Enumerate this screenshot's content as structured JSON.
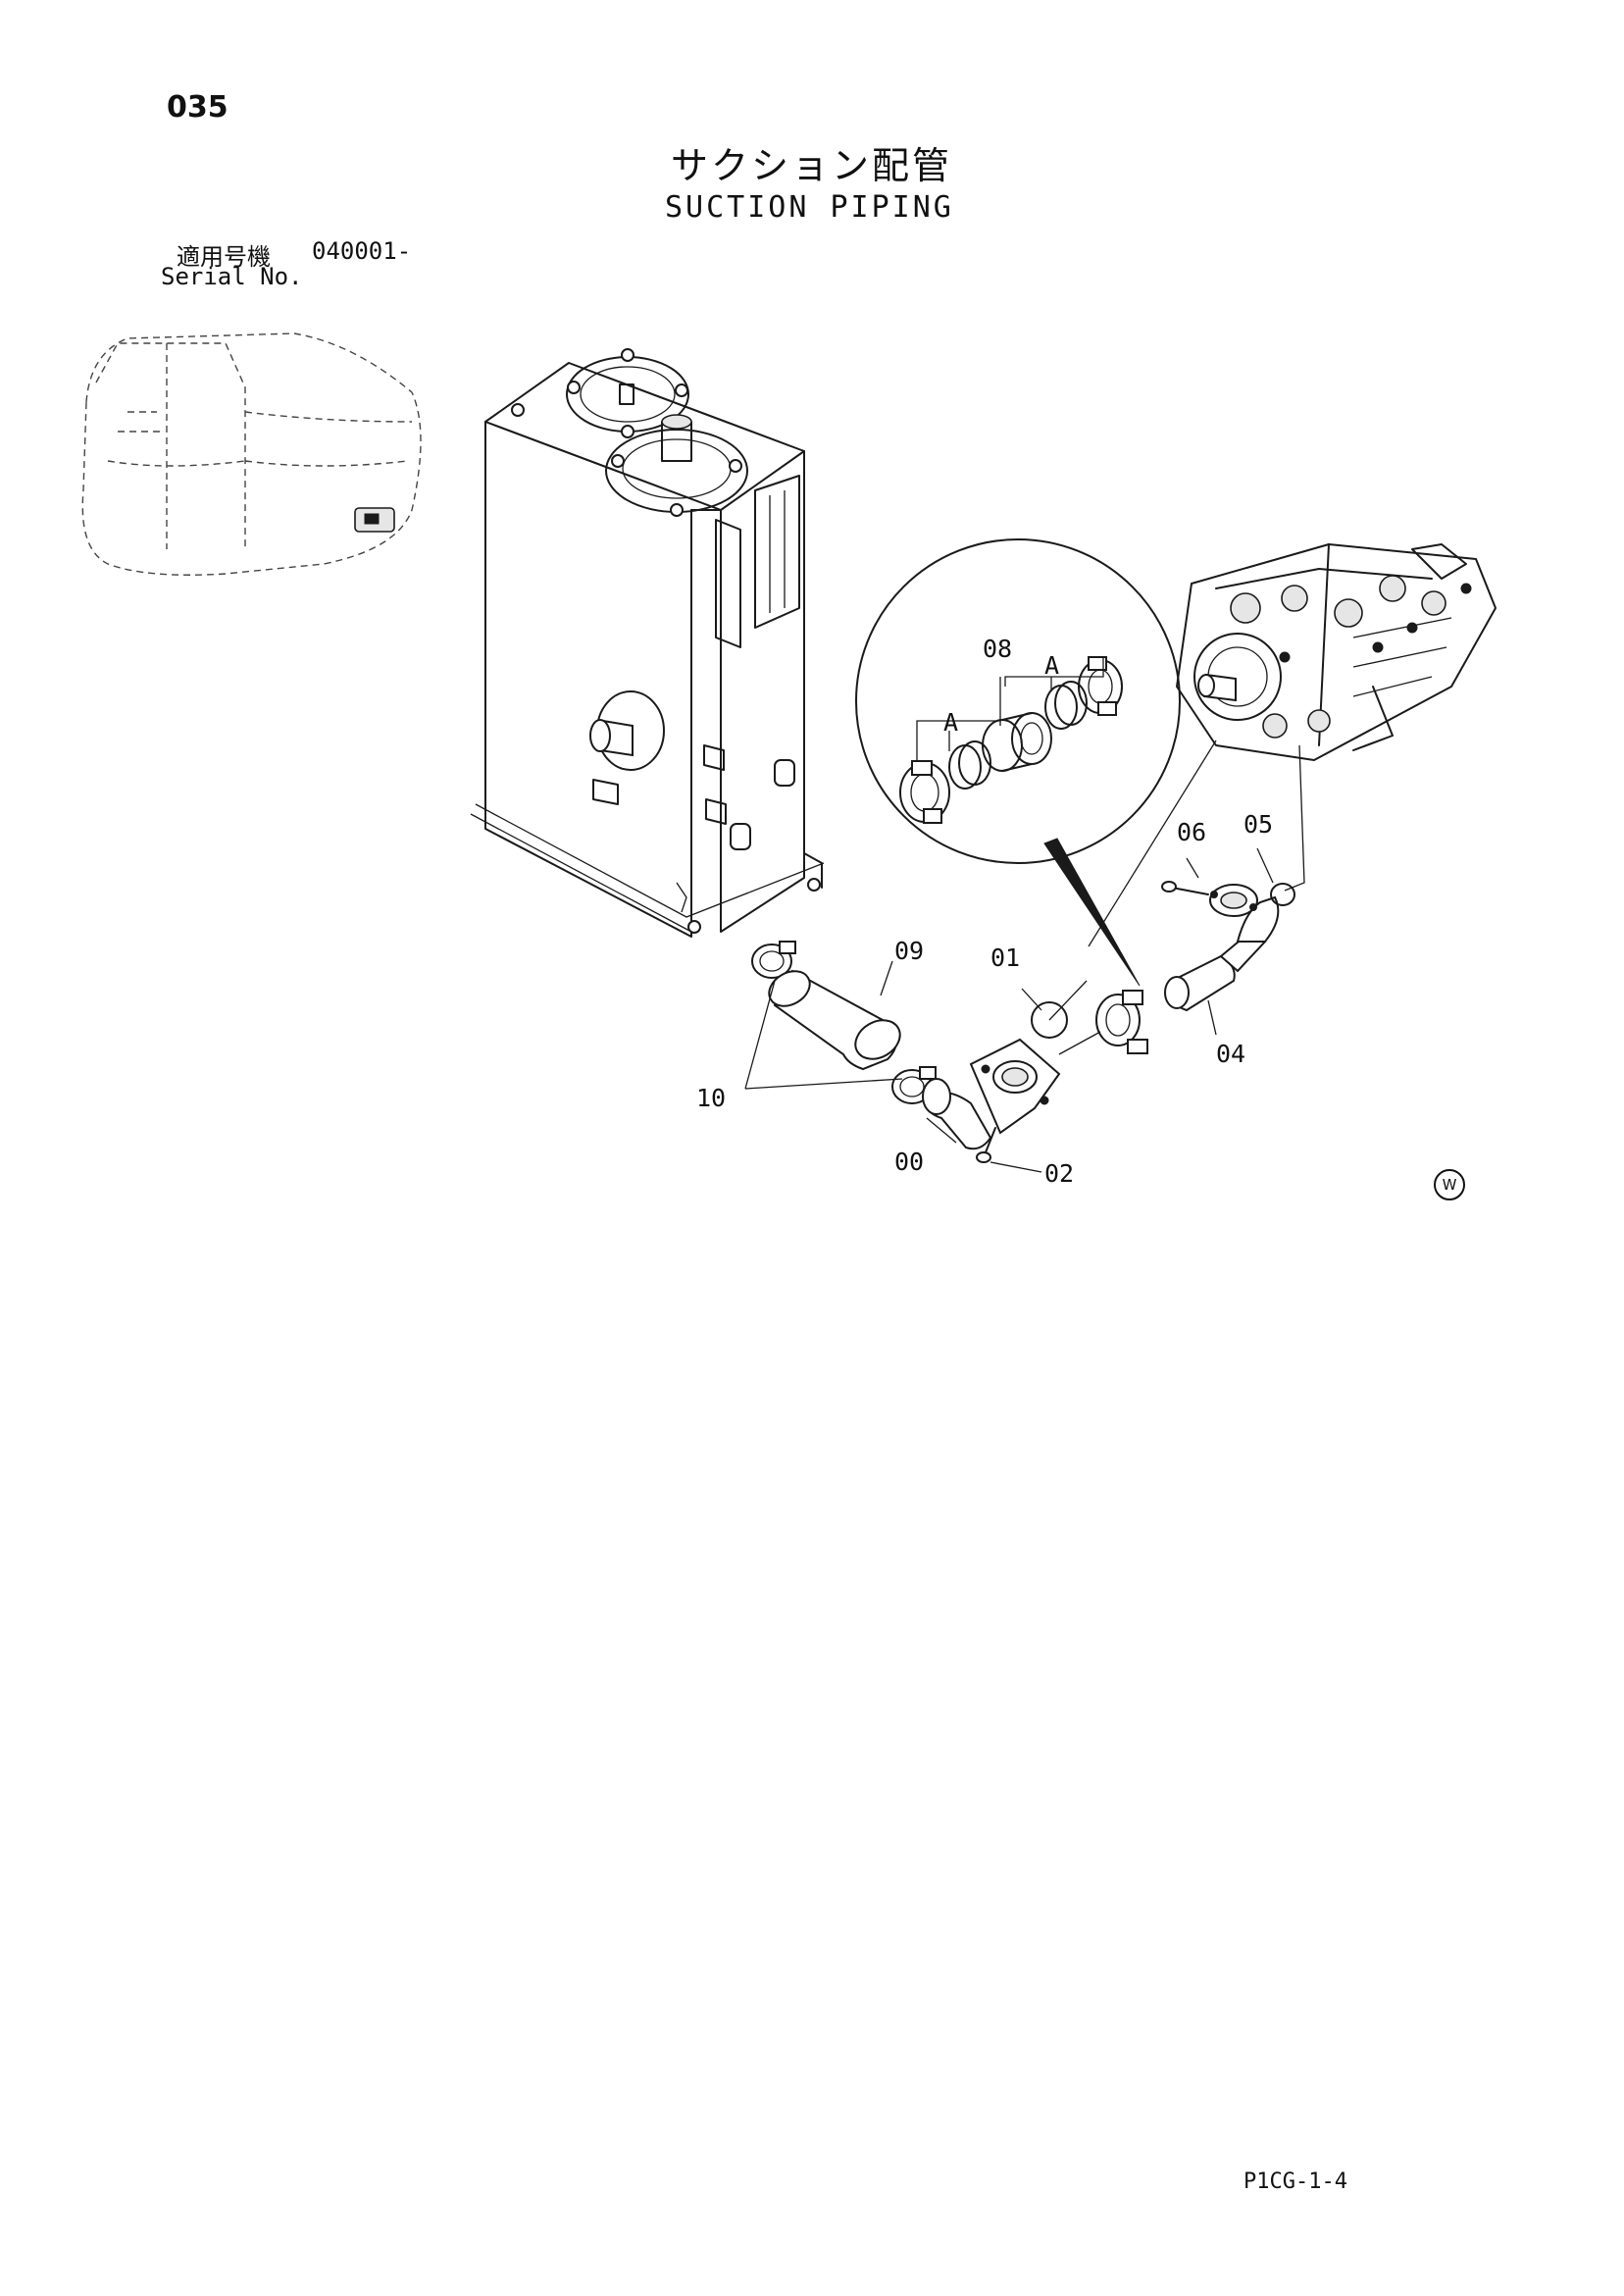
{
  "page_number": "035",
  "title_ja": "サクション配管",
  "title_en": "SUCTION PIPING",
  "serial": {
    "label_ja": "適用号機",
    "range": "040001-",
    "label_en": "Serial No."
  },
  "callouts": {
    "c00": "00",
    "c01": "01",
    "c02": "02",
    "c04": "04",
    "c05": "05",
    "c06": "06",
    "c08": "08",
    "c09": "09",
    "c10": "10",
    "detail_a1": "A",
    "detail_a2": "A"
  },
  "watermark_mark": "W",
  "footer_code": "P1CG-1-4",
  "icons": [
    "excavator-icon",
    "hydraulic-tank-icon",
    "hydraulic-pump-icon",
    "hose-clamp-icon",
    "elbow-fitting-icon"
  ],
  "colors": {
    "ink": "#111111",
    "paper": "#ffffff"
  }
}
